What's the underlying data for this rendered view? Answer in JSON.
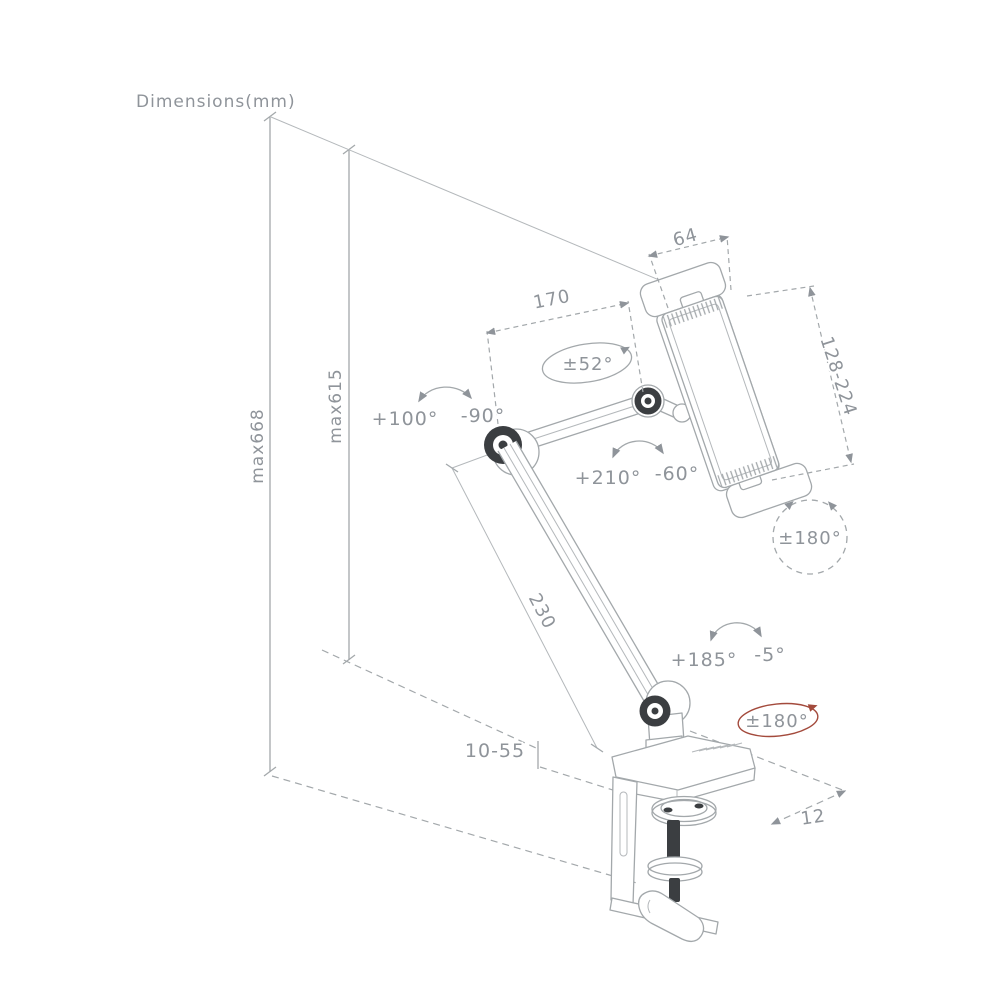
{
  "title": "Dimensions(mm)",
  "drawing": {
    "subject": "desk-clamp tablet holder arm technical dimension drawing",
    "units": "mm"
  },
  "labels": {
    "max_total_height": "max668",
    "max_inner_height": "max615",
    "holder_width": "64",
    "holder_clamp_range": "128-224",
    "upper_arm_length": "170",
    "lower_arm_length": "230",
    "clamp_opening_range": "10-55",
    "desk_edge_depth": "12"
  },
  "rotations": {
    "holder_swivel": "±52°",
    "upper_arm_up": "+100°",
    "upper_arm_down": "-90°",
    "elbow_up": "+210°",
    "elbow_down": "-60°",
    "holder_rotation": "±180°",
    "base_arm_up": "+185°",
    "base_arm_down": "-5°",
    "base_rotation": "±180°"
  },
  "colors": {
    "line": "#a3a8ab",
    "dark_parts": "#3b3e41",
    "text": "#8f949a",
    "red_accent": "#a34a3c",
    "background": "#ffffff"
  }
}
